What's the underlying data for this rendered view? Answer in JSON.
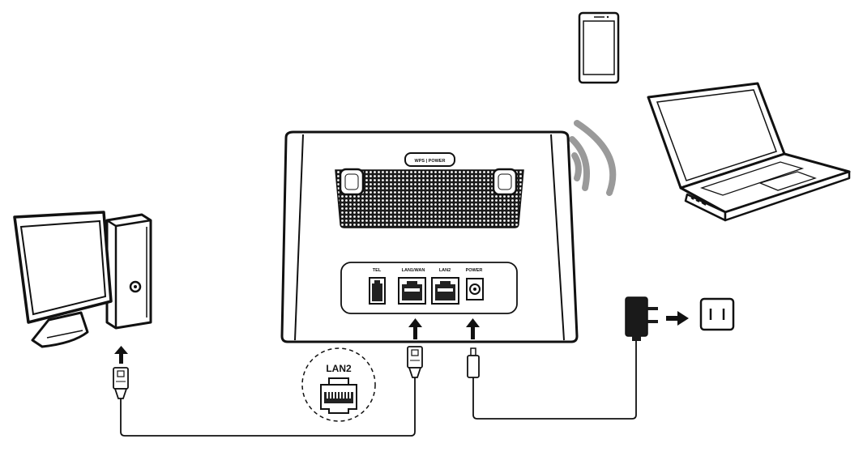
{
  "router": {
    "buttons_label": "WPS  |  POWER",
    "ports": [
      {
        "id": "tel",
        "label": "TEL"
      },
      {
        "id": "lan1-wan",
        "label": "LAN1/WAN"
      },
      {
        "id": "lan2",
        "label": "LAN2"
      },
      {
        "id": "power",
        "label": "POWER"
      }
    ]
  },
  "callout": {
    "label": "LAN2"
  },
  "devices": [
    "desktop-computer",
    "smartphone",
    "laptop",
    "power-adapter",
    "wall-outlet"
  ],
  "icons": [
    "wifi-signal-icon",
    "arrow-up-icon",
    "arrow-right-icon",
    "rj45-plug-icon",
    "dc-plug-icon"
  ],
  "colors": {
    "line": "#111111",
    "router_body": "#ffffff",
    "wifi": "#9a9a9a",
    "dark": "#222222"
  }
}
